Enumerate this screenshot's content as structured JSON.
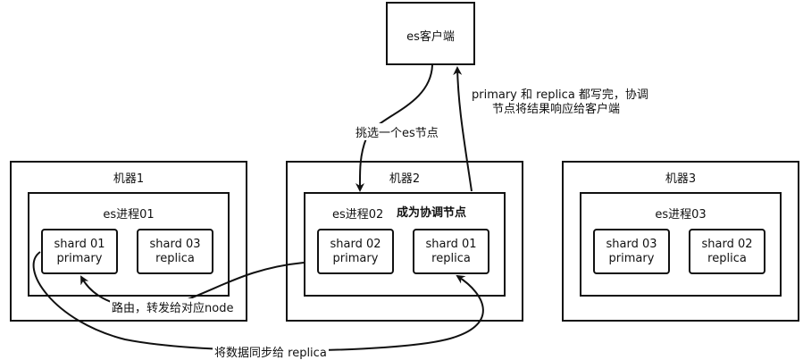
{
  "client": {
    "label": "es客户端"
  },
  "machines": [
    {
      "label": "机器1",
      "process": "es进程01",
      "shards": [
        {
          "name": "shard 01",
          "role": "primary"
        },
        {
          "name": "shard 03",
          "role": "replica"
        }
      ]
    },
    {
      "label": "机器2",
      "process": "es进程02",
      "coordinator": "成为协调节点",
      "shards": [
        {
          "name": "shard 02",
          "role": "primary"
        },
        {
          "name": "shard 01",
          "role": "replica"
        }
      ]
    },
    {
      "label": "机器3",
      "process": "es进程03",
      "shards": [
        {
          "name": "shard 03",
          "role": "primary"
        },
        {
          "name": "shard 02",
          "role": "replica"
        }
      ]
    }
  ],
  "annotations": {
    "select_node": "挑选一个es节点",
    "done_line1": "primary 和 replica 都写完，协调",
    "done_line2": "节点将结果响应给客户端",
    "route": "路由，转发给对应node",
    "sync": "将数据同步给 replica"
  }
}
